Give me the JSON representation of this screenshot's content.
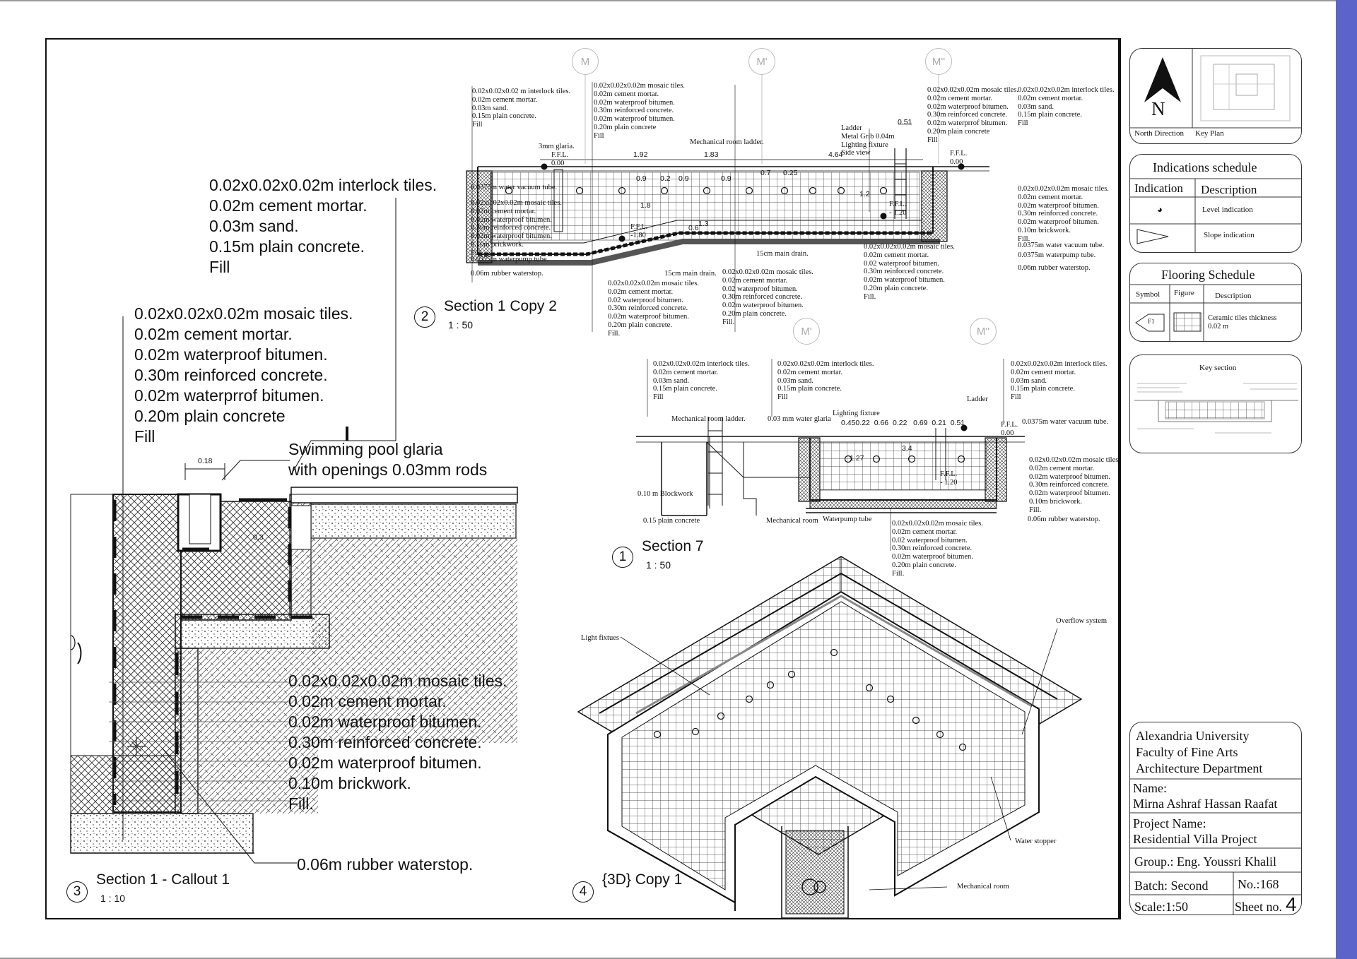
{
  "callout3_big_notes": {
    "top": "0.02x0.02x0.02m interlock tiles.\n0.02m cement mortar.\n0.03m sand.\n0.15m plain concrete.\nFill",
    "mid": "0.02x0.02x0.02m mosaic tiles.\n0.02m cement mortar.\n0.02m waterproof bitumen.\n0.30m reinforced concrete.\n0.02m waterprrof bitumen.\n0.20m plain concrete\nFill",
    "glaria": "Swimming pool glaria\nwith openings 0.03mm rods",
    "bottom": "0.02x0.02x0.02m mosaic tiles.\n0.02m cement mortar.\n0.02m waterproof bitumen.\n0.30m reinforced concrete.\n0.02m waterproof bitumen.\n0.10m brickwork.\nFill.",
    "waterstop": "0.06m rubber waterstop.",
    "dim_018": "0.18",
    "dim_03": "0.3"
  },
  "views": {
    "v3": {
      "num": "3",
      "title": "Section 1 - Callout 1",
      "scale": "1 : 10"
    },
    "v2": {
      "num": "2",
      "title": "Section 1 Copy 2",
      "scale": "1 : 50"
    },
    "v1": {
      "num": "1",
      "title": "Section 7",
      "scale": "1 : 50"
    },
    "v4": {
      "num": "4",
      "title": "{3D} Copy 1"
    }
  },
  "grid_bubbles": {
    "m": "M",
    "m1": "M'",
    "m2": "M''"
  },
  "sec2": {
    "n_interlock_l": "0.02x0.02x0.02 m interlock tiles.\n0.02m cement mortar.\n0.03m sand.\n0.15m plain concrete.\nFill",
    "n_mosaic_top": "0.02x0.02x0.02m mosaic tiles.\n0.02m cement mortar.\n0.02m waterproof bitumen.\n0.30m reinforced concrete.\n0.02m waterproof bitumen.\n0.20m plain concrete\nFill",
    "n_mosaic_r": "0.02x0.02x0.02m mosaic tiles.\n0.02m cement mortar.\n0.02m waterproof bitumen.\n0.30m reinforced concrete.\n0.02m waterprrof bitumen.\n0.20m plain concrete\nFill",
    "n_interlock_r": "0.02x0.02x0.02m interlock tiles.\n0.02m cement mortar.\n0.03m sand.\n0.15m plain concrete.\nFill",
    "n_left_side": "0.02x0.02x0.02m mosaic tiles.\n0.02m cement mortar.\n0.02m waterproof bitumen.\n0.30m reinforced concrete.\n0.02m waterproof bitumen.\n0.10m brickwork.\nFill.",
    "n_right_side": "0.02x0.02x0.02m mosaic tiles.\n0.02m cement mortar.\n0.02m waterproof bitumen.\n0.30m reinforced concrete.\n0.02m waterproof bitumen.\n0.10m brickwork.\nFill.",
    "n_bottom1": "0.02x0.02x0.02m mosaic tiles.\n0.02m cement mortar.\n0.02 waterproof bitumen.\n0.30m reinforced concrete.\n0.02m waterproof bitumen.\n0.20m plain concrete.\nFill.",
    "n_bottom2": "0.02x0.02x0.02m mosaic tiles.\n0.02m cement mortar.\n0.02 waterproof bitumen.\n0.30m reinforced concrete.\n0.02m waterproof bitumen.\n0.20m plain concrete.\nFill.",
    "n_bottom3": "0.02x0.02x0.02m mosaic tiles.\n0.02m cement mortar.\n0.02 waterproof bitumen.\n0.30m reinforced concrete.\n0.02m waterproof bitumen.\n0.20m plain concrete.\nFill.",
    "glaria": "3mm glaria.",
    "ffl_l": "F.F.L.\n0.00",
    "ffl_r": "F.F.L.\n0.00",
    "ffl_m180": "F.F.L.\n-1.80",
    "ffl_m120": "F.F.L.\n- 1.20",
    "vac_tube": "0.0375m water vacuum tube.",
    "vac_tube_r": "0.0375m water vacuum tube.",
    "pump_tube": "0.0375m waterpump tube.",
    "pump_tube_r": "0.0375m waterpump tube.",
    "waterstop_l": "0.06m rubber waterstop.",
    "waterstop_r": "0.06m rubber waterstop.",
    "main_drain1": "15cm main drain.",
    "main_drain2": "15cm main drain.",
    "mech_ladder": "Mechanical room ladder.",
    "ladder_block": "Ladder\nMetal Grib 0.04m\nLighting fixture\nSide view",
    "d192": "1.92",
    "d183": "1.83",
    "d464": "4.64",
    "d051": "0.51",
    "d09a": "0.9",
    "d02": "0.2",
    "d09b": "0.9",
    "d09c": "0.9",
    "d07": "0.7",
    "d025": "0.25",
    "d18": "1.8",
    "d06": "0.6",
    "d13": "1.3",
    "d12": "1.2"
  },
  "sec7": {
    "n_a": "0.02x0.02x0.02m interlock tiles.\n0.02m cement mortar.\n0.03m sand.\n0.15m plain concrete.\nFill",
    "n_b": "0.02x0.02x0.02m interlock tiles.\n0.02m cement mortar.\n0.03m sand.\n0.15m plain concrete.\nFill",
    "n_c": "0.02x0.02x0.02m interlock tiles.\n0.02m cement mortar.\n0.03m sand.\n0.15m plain concrete.\nFill",
    "n_side": "0.02x0.02x0.02m mosaic tiles.\n0.02m cement mortar.\n0.02m waterproof bitumen.\n0.30m reinforced concrete.\n0.02m waterproof bitumen.\n0.10m brickwork.\nFill.",
    "n_bottom": "0.02x0.02x0.02m mosaic tiles.\n0.02m cement mortar.\n0.02 waterproof bitumen.\n0.30m reinforced concrete.\n0.02m waterproof bitumen.\n0.20m plain concrete.\nFill.",
    "mech_ladder": "Mechanical room ladder.",
    "glaria": "0.03 mm water glaria",
    "lighting": "Lighting fixture",
    "ladder": "Ladder",
    "ffl": "F.F.L.\n0.00",
    "ffl_m": "F.F.L.\n- 1.20",
    "vac": "0.0375m water vacuum tube.",
    "blockwork": "0.10 m Blockwork",
    "plain": "0.15 plain concrete",
    "mech_room": "Mechanical room",
    "pump": "Waterpump tube",
    "waterstop": "0.06m rubber waterstop.",
    "dims": "0.450.22  0.66  0.22   0.69  0.21  0.51",
    "d127": "1.27",
    "d34": "3.4"
  },
  "iso": {
    "light": "Light fixtues",
    "overflow": "Overflow system",
    "stopper": "Water stopper",
    "mech": "Mechanical room"
  },
  "titleblock": {
    "north_letter": "N",
    "north_label": "North Direction",
    "keyplan_label": "Key Plan",
    "ind_title": "Indications schedule",
    "ind_h1": "Indication",
    "ind_h2": "Description",
    "ind_r1": "Level indication",
    "ind_r2": "Slope indication",
    "floor_title": "Flooring Schedule",
    "floor_h1": "Symbol",
    "floor_h2": "Figure",
    "floor_h3": "Description",
    "floor_sym": "F1",
    "floor_desc": "Ceramic tiles thickness\n0.02 m",
    "key_section": "Key section",
    "university": "Alexandria University\nFaculty of Fine Arts\nArchitecture Department",
    "name_label": "Name:",
    "name": "Mirna Ashraf Hassan Raafat",
    "project_label": "Project Name:",
    "project": "Residential Villa Project",
    "group": "Group.: Eng. Youssri Khalil",
    "batch": "Batch: Second",
    "no": "No.:168",
    "scale": "Scale:1:50",
    "sheet": "Sheet no.",
    "sheet_num": "4"
  }
}
